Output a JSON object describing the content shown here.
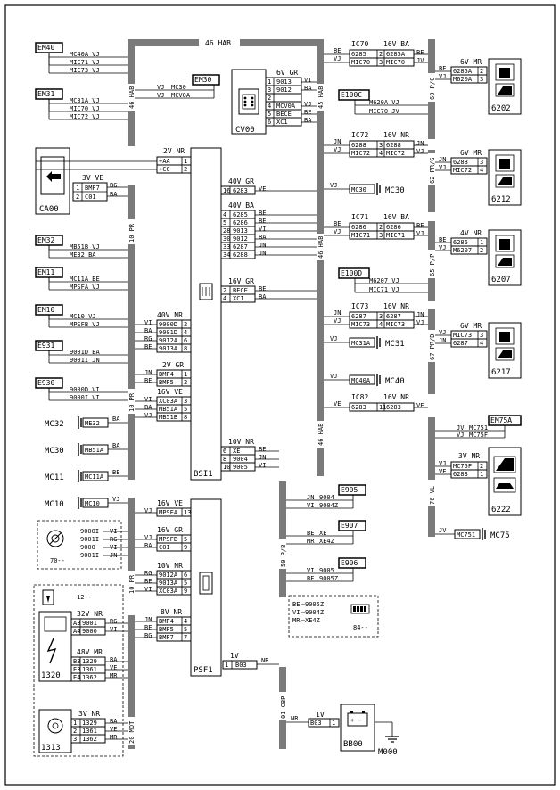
{
  "bus_labels": {
    "top": "46 HAB",
    "left_upper": "46 HAB",
    "center_right": "45 HAB",
    "harness_10pr_a": "10 PR",
    "harness_10pr_b": "10 PR",
    "harness_10pr_c": "10 PR",
    "right_46hab_a": "46 HAB",
    "right_46hab_b": "46 HAB",
    "harness_20mot": "20 MOT",
    "harness_50pb": "50 P/B",
    "harness_01cbp": "01 CBP",
    "bus_60pc": "60 P/C",
    "bus_62prg": "62 PR/G",
    "bus_65pp": "65 P/P",
    "bus_67prd": "67 PR/D",
    "bus_76vl": "76 VL"
  },
  "left_connectors": [
    {
      "tag": "EM40",
      "lines": [
        "MC40A VJ",
        "MIC71 VJ",
        "MIC73 VJ"
      ]
    },
    {
      "tag": "EM31",
      "lines": [
        "MC31A VJ",
        "MIC70 VJ",
        "MIC72 VJ"
      ]
    },
    {
      "tag": "EM32",
      "lines": [
        "MB51B VJ",
        "ME32 BA"
      ]
    },
    {
      "tag": "EM11",
      "lines": [
        "MC11A BE",
        "MPSFA VJ"
      ]
    },
    {
      "tag": "EM10",
      "lines": [
        "MC10 VJ",
        "MPSFB VJ"
      ]
    },
    {
      "tag": "E931",
      "lines": [
        "9001D BA",
        "9001I JN"
      ]
    },
    {
      "tag": "E930",
      "lines": [
        "9000D VI",
        "9000I VI"
      ]
    }
  ],
  "em30": {
    "tag": "EM30",
    "lines": [
      [
        "VJ",
        "MC30"
      ],
      [
        "VJ",
        "MCV0A"
      ]
    ]
  },
  "ca00": {
    "tag": "CA00",
    "header": "3V VE",
    "rows": [
      [
        "1",
        "BMF7",
        "BG"
      ],
      [
        "2",
        "C01",
        "BA"
      ]
    ]
  },
  "cv00": {
    "tag": "CV00",
    "header": "6V GR",
    "rows": [
      [
        "1",
        "9013",
        "VI"
      ],
      [
        "3",
        "9012",
        "BA"
      ],
      [
        "2",
        ""
      ],
      [
        "4",
        "MCV0A",
        "VJ"
      ],
      [
        "5",
        "BECE",
        "BE"
      ],
      [
        "6",
        "XC1",
        "BA"
      ]
    ]
  },
  "bsi": {
    "tag": "BSI1",
    "c2v": {
      "header": "2V NR",
      "rows": [
        [
          "+AA",
          "1"
        ],
        [
          "+CC",
          "2"
        ]
      ]
    },
    "c40vgr": {
      "header": "40V GR",
      "rows": [
        [
          "16",
          "6283",
          "VE"
        ]
      ]
    },
    "c40vba": {
      "header": "40V BA",
      "rows": [
        [
          "4",
          "6285",
          "BE"
        ],
        [
          "5",
          "6286",
          "BE"
        ],
        [
          "28",
          "9013",
          "VI"
        ],
        [
          "30",
          "9012",
          "BA"
        ],
        [
          "33",
          "6287",
          "JN"
        ],
        [
          "34",
          "6288",
          "JN"
        ]
      ]
    },
    "c16vgr": {
      "header": "16V GR",
      "rows": [
        [
          "2",
          "BECE",
          "BE"
        ],
        [
          "4",
          "XC1",
          "BA"
        ]
      ]
    },
    "c40vnr": {
      "header": "40V NR",
      "rows": [
        [
          "9000D",
          "2",
          "VI"
        ],
        [
          "9001D",
          "4",
          "BA"
        ],
        [
          "9012A",
          "6",
          "RG"
        ],
        [
          "9013A",
          "8",
          "BE"
        ]
      ]
    },
    "c2vgr": {
      "header": "2V GR",
      "rows": [
        [
          "BMF4",
          "1",
          "JN"
        ],
        [
          "BMF5",
          "2",
          "BE"
        ]
      ]
    },
    "c16vve": {
      "header": "16V VE",
      "rows": [
        [
          "XC03A",
          "3",
          "VI"
        ],
        [
          "MB51A",
          "5",
          "BA"
        ],
        [
          "MB51B",
          "8",
          "VJ"
        ]
      ]
    },
    "c10vnr": {
      "header": "10V NR",
      "rows": [
        [
          "6",
          "XE",
          "BE"
        ],
        [
          "8",
          "9004",
          "JN"
        ],
        [
          "10",
          "9005",
          "VI"
        ]
      ]
    }
  },
  "psf": {
    "tag": "PSF1",
    "c16vve": {
      "header": "16V VE",
      "rows": [
        [
          "MPSFA",
          "13",
          "VJ"
        ]
      ]
    },
    "c16vgr": {
      "header": "16V GR",
      "rows": [
        [
          "MPSFB",
          "5",
          "VJ"
        ],
        [
          "C01",
          "9",
          "BA"
        ]
      ]
    },
    "c10vnr": {
      "header": "10V NR",
      "rows": [
        [
          "9012A",
          "6",
          "RG"
        ],
        [
          "9013A",
          "5",
          "BE"
        ],
        [
          "XC03A",
          "9",
          "VI"
        ]
      ]
    },
    "c8vnr": {
      "header": "8V NR",
      "rows": [
        [
          "BMF4",
          "4",
          "JN"
        ],
        [
          "BMF5",
          "5",
          "BE"
        ],
        [
          "BMF7",
          "7",
          "BG"
        ]
      ]
    },
    "c1v": {
      "header": "1V",
      "rows": [
        [
          "1",
          "B03",
          "NR"
        ]
      ]
    }
  },
  "masses": [
    {
      "tag": "MC32",
      "code": "ME32",
      "color": "BA"
    },
    {
      "tag": "MC30",
      "code": "MB51A",
      "color": "BA"
    },
    {
      "tag": "MC11",
      "code": "MC11A",
      "color": "BE"
    },
    {
      "tag": "MC10",
      "code": "MC10",
      "color": "VJ"
    }
  ],
  "c70": {
    "tag": "70--",
    "rows": [
      [
        "9000I",
        "VI"
      ],
      [
        "9001I",
        "RG"
      ],
      [
        "9000",
        "VI"
      ],
      [
        "9001I",
        "JN"
      ]
    ]
  },
  "c12": {
    "tag": "12--"
  },
  "c1320": {
    "tag": "1320",
    "h32": "32V NR",
    "r32": [
      [
        "A3",
        "9001",
        "RG"
      ],
      [
        "A4",
        "9000",
        "VI"
      ]
    ],
    "h48": "48V MR",
    "r48": [
      [
        "B3",
        "1329",
        "BA"
      ],
      [
        "E3",
        "1361",
        "VE"
      ],
      [
        "E4",
        "1362",
        "MR"
      ]
    ]
  },
  "c1313": {
    "tag": "1313",
    "header": "3V NR",
    "rows": [
      [
        "1",
        "1329",
        "BA"
      ],
      [
        "2",
        "1361",
        "VE"
      ],
      [
        "3",
        "1362",
        "MR"
      ]
    ]
  },
  "right_ic": [
    {
      "tag": "IC70",
      "header": "16V BA",
      "rows": [
        [
          "6285",
          "2",
          "6285A",
          "BE"
        ],
        [
          "MIC70",
          "3",
          "MIC70",
          "JV"
        ]
      ],
      "left": [
        "BE",
        "VJ"
      ]
    },
    {
      "tag": "IC72",
      "header": "16V NR",
      "rows": [
        [
          "6288",
          "3",
          "6288",
          "JN"
        ],
        [
          "MIC72",
          "4",
          "MIC72",
          "VJ"
        ]
      ],
      "left": [
        "JN",
        "VJ"
      ]
    },
    {
      "tag": "IC71",
      "header": "16V BA",
      "rows": [
        [
          "6286",
          "2",
          "6286",
          "BE"
        ],
        [
          "MIC71",
          "3",
          "MIC71",
          "VJ"
        ]
      ],
      "left": [
        "BE",
        "VJ"
      ]
    },
    {
      "tag": "IC73",
      "header": "16V NR",
      "rows": [
        [
          "6287",
          "3",
          "6287",
          "JN"
        ],
        [
          "MIC73",
          "4",
          "MIC73",
          "VJ"
        ]
      ],
      "left": [
        "JN",
        "VJ"
      ]
    },
    {
      "tag": "IC82",
      "header": "16V NR",
      "rows": [
        [
          "6283",
          "11",
          "6283",
          "VE"
        ]
      ],
      "left": [
        "VE"
      ]
    }
  ],
  "e100c": {
    "tag": "E100C",
    "lines": [
      "M620A VJ",
      "MIC70 JV"
    ]
  },
  "e100d": {
    "tag": "E100D",
    "lines": [
      "M6207 VJ",
      "MIC71 VJ"
    ]
  },
  "mid_masses": [
    {
      "tag": "MC30",
      "code": "MC30",
      "color": "VJ"
    },
    {
      "tag": "MC31",
      "code": "MC31A",
      "color": "VJ"
    },
    {
      "tag": "MC40",
      "code": "MC40A",
      "color": "VJ"
    }
  ],
  "doors": [
    {
      "tag": "6202",
      "header": "6V MR",
      "rows": [
        [
          "6285A",
          "2",
          "BE"
        ],
        [
          "M620A",
          "3",
          "VJ"
        ]
      ]
    },
    {
      "tag": "6212",
      "header": "6V MR",
      "rows": [
        [
          "6288",
          "3",
          "JN"
        ],
        [
          "MIC72",
          "4",
          "VJ"
        ]
      ]
    },
    {
      "tag": "6207",
      "header": "4V NR",
      "rows": [
        [
          "6286",
          "1",
          "BE"
        ],
        [
          "M6207",
          "2",
          "VJ"
        ]
      ]
    },
    {
      "tag": "6217",
      "header": "6V MR",
      "rows": [
        [
          "MIC73",
          "3",
          "VJ"
        ],
        [
          "6287",
          "4",
          "JN"
        ]
      ]
    }
  ],
  "em75a": {
    "tag": "EM75A",
    "lines": [
      [
        "JV",
        "MC751"
      ],
      [
        "VJ",
        "MC75F"
      ]
    ]
  },
  "c6222": {
    "tag": "6222",
    "header": "3V NR",
    "rows": [
      [
        "MC75F",
        "2",
        "VJ"
      ],
      [
        "6283",
        "1",
        "VE"
      ]
    ]
  },
  "mc75": {
    "tag": "MC75",
    "code": "MC751",
    "color": "JV"
  },
  "e905": {
    "tag": "E905",
    "lines": [
      [
        "JN",
        "9004"
      ],
      [
        "VI",
        "9004Z"
      ]
    ]
  },
  "e907": {
    "tag": "E907",
    "lines": [
      [
        "BE",
        "XE"
      ],
      [
        "MR",
        "XE4Z"
      ]
    ]
  },
  "e906": {
    "tag": "E906",
    "lines": [
      [
        "VI",
        "9005"
      ],
      [
        "BE",
        "9005Z"
      ]
    ]
  },
  "c84": {
    "tag": "84--",
    "rows": [
      [
        "BE",
        "9005Z"
      ],
      [
        "VI",
        "9004Z"
      ],
      [
        "MR",
        "XE4Z"
      ]
    ]
  },
  "bb00": {
    "tag": "BB00",
    "header": "1V",
    "rows": [
      [
        "B03",
        "1",
        "NR"
      ]
    ]
  },
  "m000": {
    "tag": "M000"
  }
}
